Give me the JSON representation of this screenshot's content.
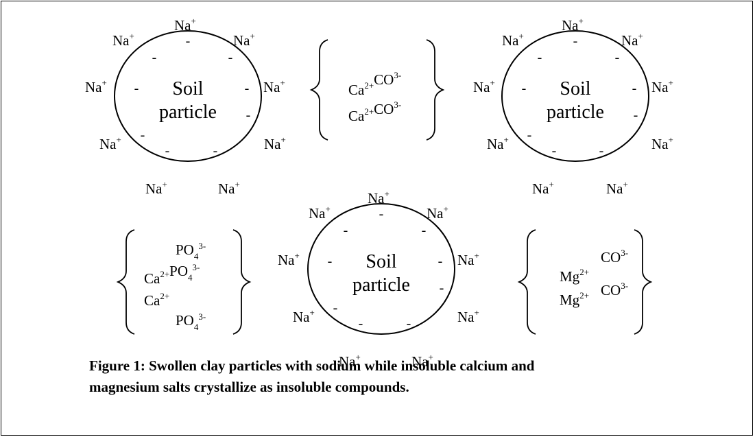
{
  "particle_label": {
    "line1": "Soil",
    "line2": "particle"
  },
  "sodium": {
    "symbol": "Na",
    "charge": "+"
  },
  "surface_charge": "-",
  "groups": {
    "top_middle": [
      {
        "cation": "Ca",
        "cation_charge": "2+",
        "anion": "CO",
        "anion_sub": "",
        "anion_charge": "3-"
      },
      {
        "cation": "Ca",
        "cation_charge": "2+",
        "anion": "CO",
        "anion_sub": "",
        "anion_charge": "3-"
      }
    ],
    "bottom_left": {
      "rows": [
        {
          "cation": "",
          "cation_charge": "",
          "anion": "PO",
          "anion_sub": "4",
          "anion_charge": "3-"
        },
        {
          "cation": "Ca",
          "cation_charge": "2+",
          "anion": "PO",
          "anion_sub": "4",
          "anion_charge": "3-"
        },
        {
          "cation": "Ca",
          "cation_charge": "2+",
          "anion": "PO",
          "anion_sub": "4",
          "anion_charge": "3-"
        }
      ]
    },
    "bottom_right": [
      {
        "cation": "Mg",
        "cation_charge": "2+",
        "anion": "CO",
        "anion_sub": "",
        "anion_charge": "3-"
      },
      {
        "cation": "Mg",
        "cation_charge": "2+",
        "anion": "CO",
        "anion_sub": "",
        "anion_charge": "3-"
      }
    ]
  },
  "caption": {
    "line1": "Figure 1: Swollen clay particles with sodium while insoluble calcium and",
    "line2": "magnesium salts crystallize as insoluble compounds."
  }
}
